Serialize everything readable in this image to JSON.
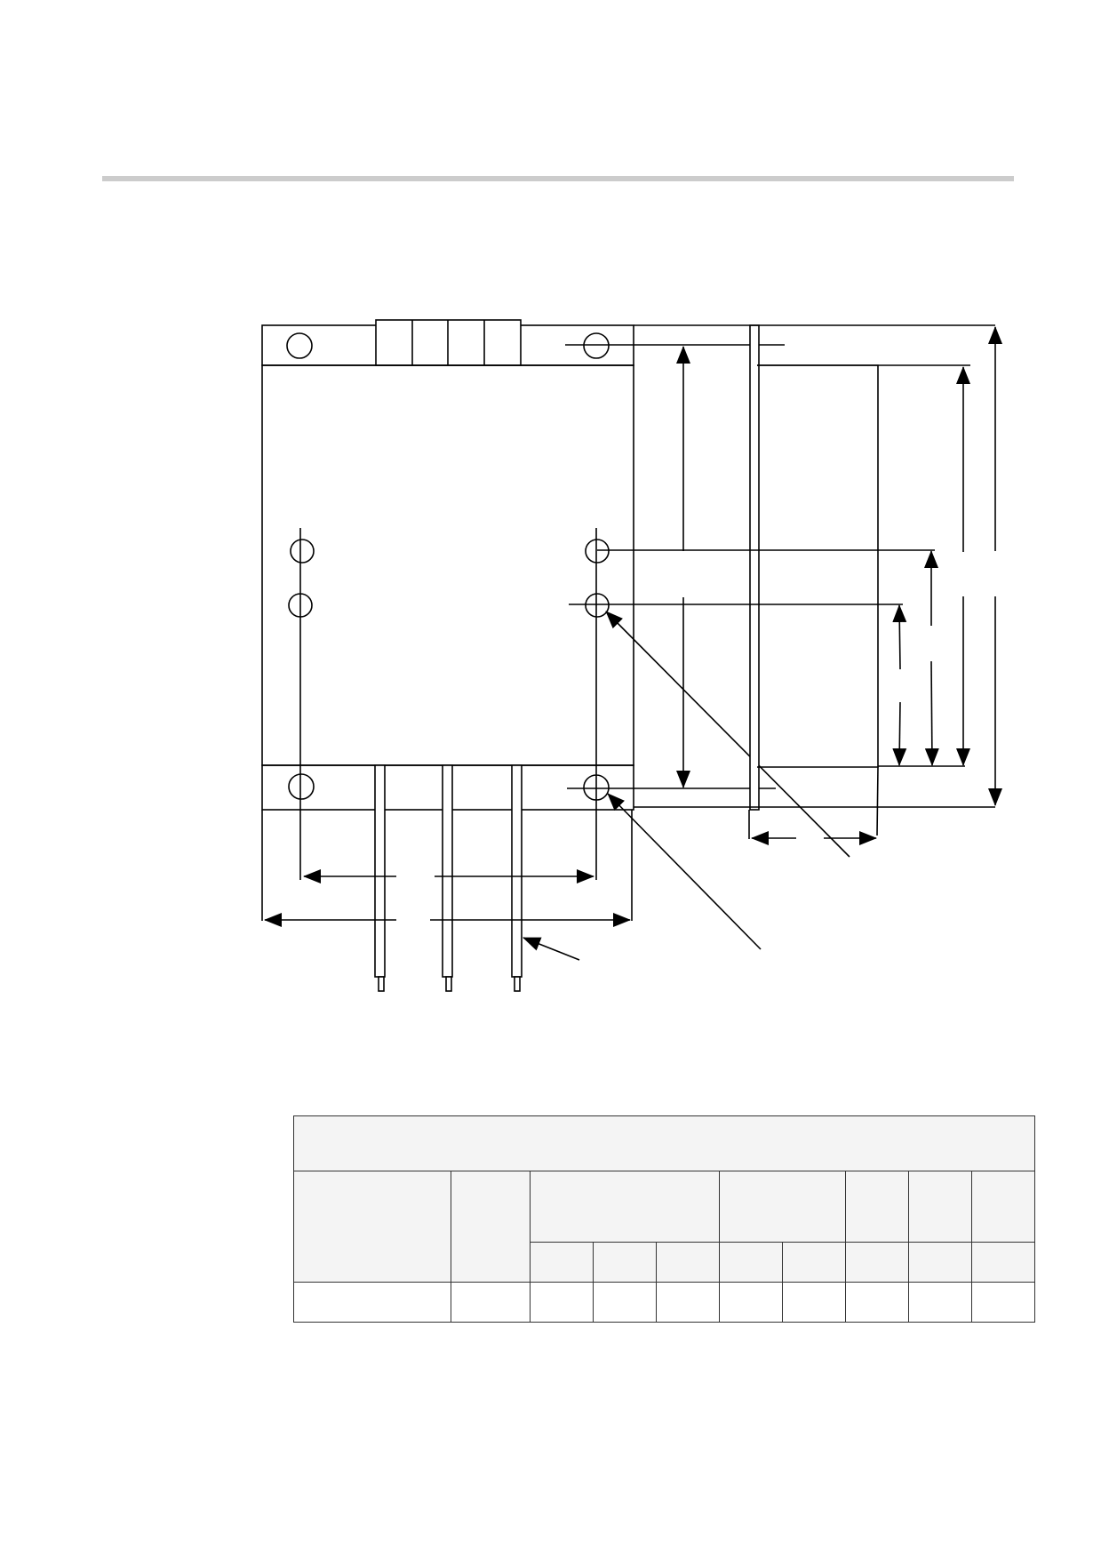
{
  "page": {
    "colors": {
      "rule": "#cccccc",
      "line": "#000000",
      "table_border": "#333333",
      "table_header_bg": "#f4f4f4"
    }
  },
  "drawing": {
    "description_visible_text": [],
    "parts": [
      "mounting-flange-top",
      "connector-block",
      "housing-body",
      "mounting-flange-bottom",
      "terminal-pins",
      "side-profile",
      "dimension-arrows",
      "leader-lines"
    ]
  },
  "table": {
    "title": "",
    "group_headers": [
      "",
      "",
      "",
      "",
      "",
      "",
      ""
    ],
    "sub_headers": [
      "",
      "",
      "",
      "",
      "",
      "",
      "",
      ""
    ],
    "rows": [
      [
        "",
        "",
        "",
        "",
        "",
        "",
        "",
        "",
        "",
        ""
      ]
    ]
  }
}
